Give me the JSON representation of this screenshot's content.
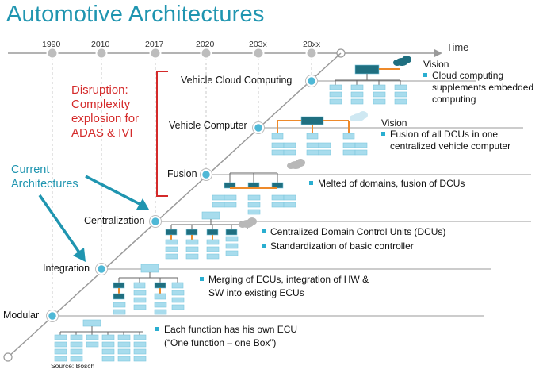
{
  "title": "Automotive Architectures",
  "time_label": "Time",
  "years": [
    "1990",
    "2010",
    "2017",
    "2020",
    "203x",
    "20xx"
  ],
  "levels": [
    "Vehicle Cloud Computing",
    "Vehicle Computer",
    "Fusion",
    "Centralization",
    "Integration",
    "Modular"
  ],
  "disruption": {
    "line1": "Disruption:",
    "line2": "Complexity",
    "line3": "explosion for",
    "line4": "ADAS & IVI"
  },
  "current": {
    "line1": "Current",
    "line2": "Architectures"
  },
  "descriptions": {
    "cloud": {
      "heading": "Vision",
      "b1": "Cloud computing",
      "b1b": "supplements embedded",
      "b1c": "computing"
    },
    "vehicle": {
      "heading": "Vision",
      "b1": "Fusion of all DCUs in one",
      "b1b": "centralized vehicle computer"
    },
    "fusion": {
      "b1": "Melted of domains, fusion of DCUs"
    },
    "centralization": {
      "b1": "Centralized Domain Control Units (DCUs)",
      "b2": "Standardization of basic controller"
    },
    "integration": {
      "b1": "Merging of ECUs,  integration of HW &",
      "b1b": "SW into existing ECUs"
    },
    "modular": {
      "b1": "Each function has his own ECU",
      "b1b": "(“One function – one Box”)"
    }
  },
  "source": "Source: Bosch",
  "colors": {
    "teal": "#1f95b0",
    "red": "#d42a2a",
    "box": "#a8dced",
    "dark": "#1f6f80",
    "orange": "#ee8a2a",
    "gray": "#b8b8b8"
  }
}
